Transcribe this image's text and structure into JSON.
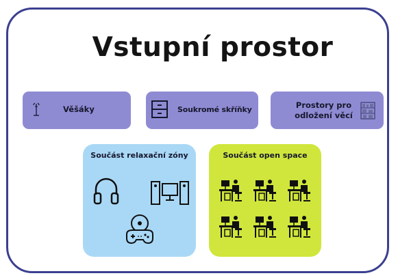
{
  "title": "Vstupní prostor",
  "tiles": [
    {
      "label": "Věšáky",
      "icon": "coat-rack-icon"
    },
    {
      "label": "Soukromé skříňky",
      "icon": "locker-cabinet-icon"
    },
    {
      "label_lines": [
        "Prostory pro",
        "odložení věcí"
      ],
      "icon": "storage-shelf-icon"
    }
  ],
  "zones": {
    "relax": {
      "label": "Součást relaxační zóny",
      "icons": [
        "headphones-icon",
        "computer-speakers-icon",
        "game-controller-disc-icon"
      ],
      "color": "#a9d8f6"
    },
    "open_space": {
      "label": "Součást open space",
      "icon": "workstation-desk-icon",
      "desk_count": 6,
      "color": "#d0e63c"
    }
  },
  "colors": {
    "frame_border": "#3a3f8f",
    "tile": "#8f8bd3",
    "title": "#141414"
  }
}
